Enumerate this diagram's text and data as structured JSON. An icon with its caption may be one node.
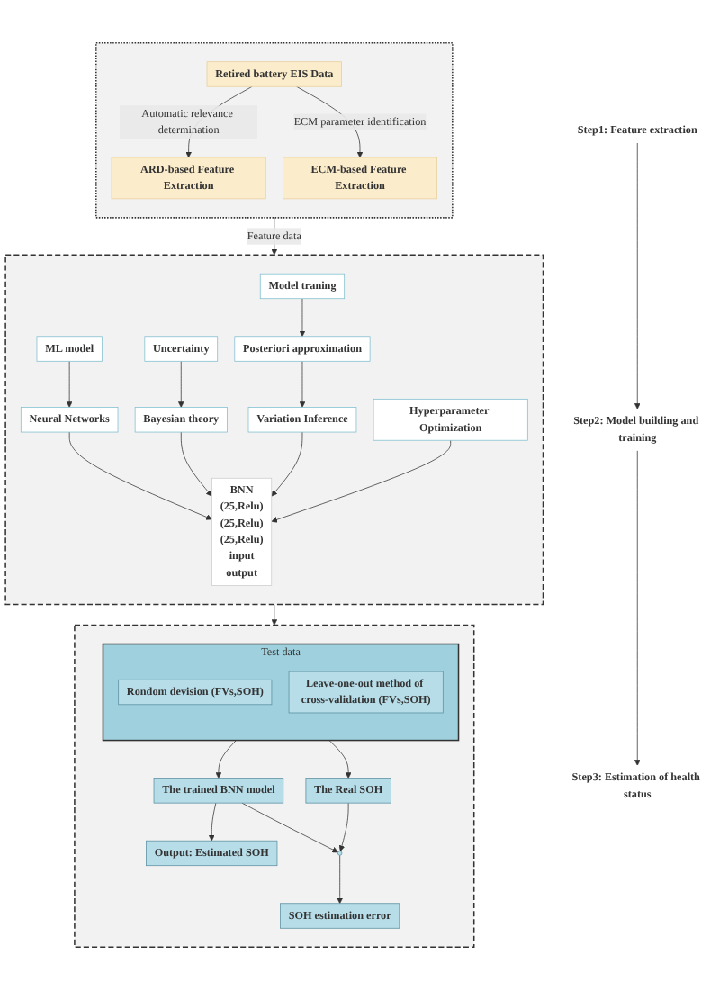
{
  "diagram": {
    "nodes": [
      {
        "text": [
          "Step1: Feature extraction"
        ]
      },
      {
        "text": [
          "Step2: Model building and training"
        ]
      },
      {
        "text": [
          "Step3: Estimation of health status"
        ]
      },
      {
        "text": [],
        "shape": "box"
      },
      {
        "text": [
          "Retired battery EIS Data"
        ],
        "in": 3
      },
      {
        "text": [
          "ARD-based Feature Extraction"
        ],
        "in": 3
      },
      {
        "text": [
          "ECM-based Feature Extraction"
        ],
        "in": 3
      },
      {
        "text": [],
        "shape": "box"
      },
      {
        "text": [
          "ML model"
        ],
        "in": 7
      },
      {
        "text": [
          "Uncertainty"
        ],
        "in": 7
      },
      {
        "text": [
          "Model traning"
        ],
        "in": 7
      },
      {
        "text": [
          "Neural Networks"
        ],
        "in": 7
      },
      {
        "text": [
          "Bayesian theory"
        ],
        "in": 7
      },
      {
        "text": [
          "Posteriori approximation"
        ],
        "in": 7
      },
      {
        "text": [
          "Variation Inference"
        ],
        "in": 7
      },
      {
        "text": [
          "BNN",
          "(25,Relu)",
          "(25,Relu)",
          "(25,Relu)",
          "input",
          "output"
        ],
        "in": 7
      },
      {
        "text": [
          "Hyperparameter Optimization"
        ],
        "in": 7
      },
      {
        "text": [],
        "shape": "box"
      },
      {
        "text": [
          "Test data"
        ],
        "in": 17
      },
      {
        "text": [
          "Rondom devision (FVs,SOH)"
        ],
        "in": 18
      },
      {
        "text": [
          "Leave-one-out method of cross-validation (FVs,SOH)"
        ],
        "in": 18
      },
      {
        "text": [
          "The trained BNN model"
        ],
        "in": 17
      },
      {
        "text": [
          "The Real SOH"
        ],
        "in": 17
      },
      {
        "text": [
          "Output: Estimated SOH"
        ],
        "in": 17
      },
      {
        "text": [
          "SOH estimation error"
        ],
        "in": 17
      },
      {
        "text": [],
        "shape": "circle",
        "in": 17
      }
    ],
    "edges": [
      {
        "from": 0,
        "to": 1,
        "arrow": "to"
      },
      {
        "from": 1,
        "to": 2,
        "arrow": "to"
      },
      {
        "from": 4,
        "to": 5,
        "arrow": "to",
        "label": "Automatic relevance determination"
      },
      {
        "from": 4,
        "to": 6,
        "arrow": "to",
        "label": "ECM parameter identification"
      },
      {
        "from": 3,
        "to": 7,
        "arrow": "to",
        "label": "Feature data"
      },
      {
        "from": 8,
        "to": 11,
        "arrow": "to"
      },
      {
        "from": 9,
        "to": 12,
        "arrow": "to"
      },
      {
        "from": 10,
        "to": 13,
        "arrow": "to"
      },
      {
        "from": 13,
        "to": 14,
        "arrow": "to"
      },
      {
        "from": 11,
        "to": 15,
        "arrow": "to"
      },
      {
        "from": 12,
        "to": 15,
        "arrow": "to"
      },
      {
        "from": 14,
        "to": 15,
        "arrow": "to"
      },
      {
        "from": 16,
        "to": 15,
        "arrow": "to"
      },
      {
        "from": 7,
        "to": 17,
        "arrow": "to"
      },
      {
        "from": 18,
        "to": 21,
        "arrow": "to"
      },
      {
        "from": 18,
        "to": 22,
        "arrow": "to"
      },
      {
        "from": 21,
        "to": 23,
        "arrow": "to"
      },
      {
        "from": 21,
        "to": 25,
        "arrow": "to"
      },
      {
        "from": 22,
        "to": 25,
        "arrow": "to"
      },
      {
        "from": 25,
        "to": 24,
        "arrow": "to"
      }
    ]
  }
}
